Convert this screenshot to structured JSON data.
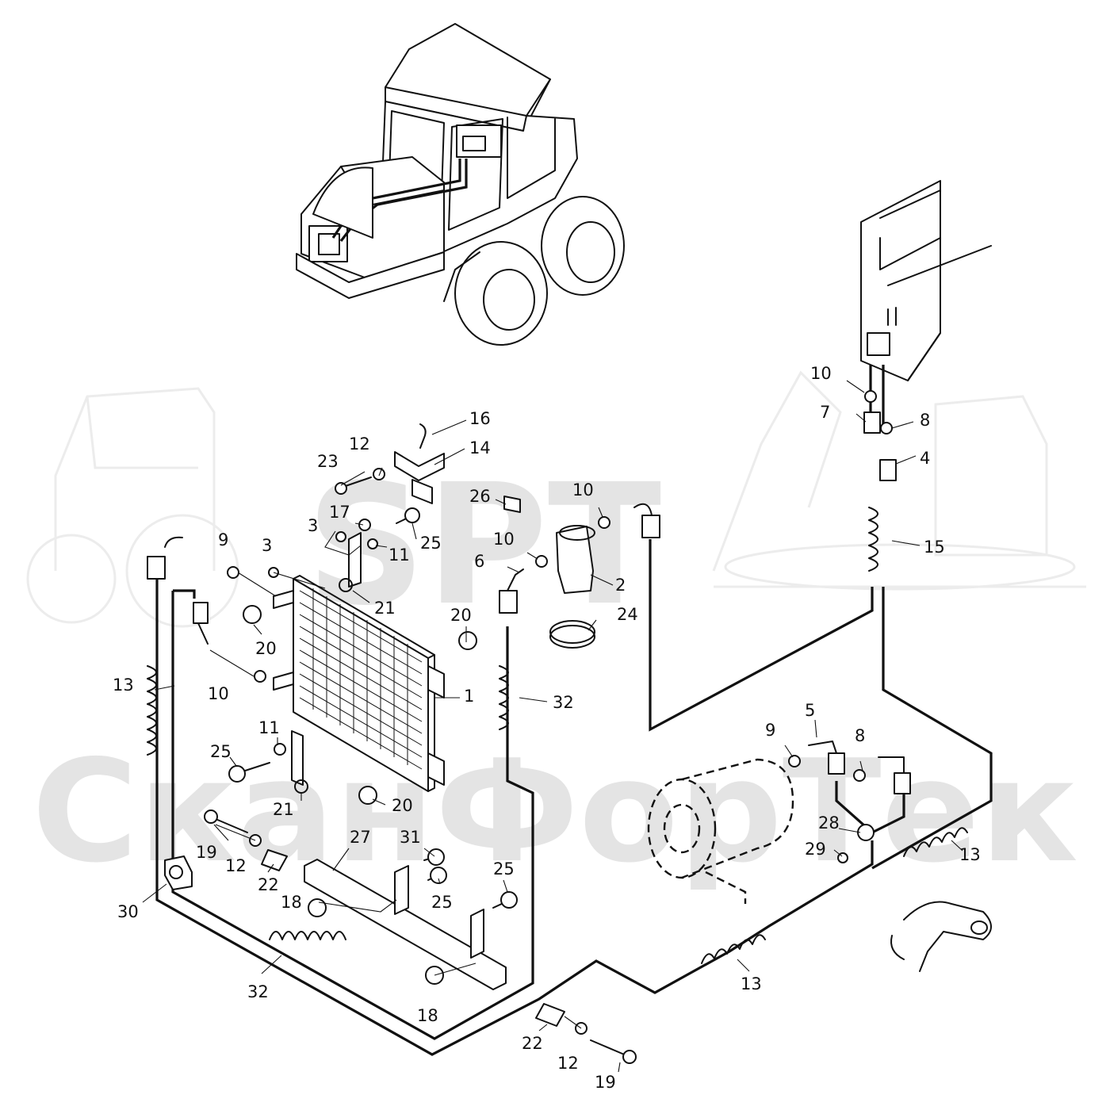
{
  "watermark": {
    "brand": "SPT",
    "company": "СканФорТек"
  },
  "callouts": [
    {
      "id": "c1",
      "text": "1"
    },
    {
      "id": "c2",
      "text": "2"
    },
    {
      "id": "c3a",
      "text": "3"
    },
    {
      "id": "c3b",
      "text": "3"
    },
    {
      "id": "c4",
      "text": "4"
    },
    {
      "id": "c5",
      "text": "5"
    },
    {
      "id": "c6",
      "text": "6"
    },
    {
      "id": "c7",
      "text": "7"
    },
    {
      "id": "c8a",
      "text": "8"
    },
    {
      "id": "c8b",
      "text": "8"
    },
    {
      "id": "c9a",
      "text": "9"
    },
    {
      "id": "c9b",
      "text": "9"
    },
    {
      "id": "c10a",
      "text": "10"
    },
    {
      "id": "c10b",
      "text": "10"
    },
    {
      "id": "c10c",
      "text": "10"
    },
    {
      "id": "c10d",
      "text": "10"
    },
    {
      "id": "c11a",
      "text": "11"
    },
    {
      "id": "c11b",
      "text": "11"
    },
    {
      "id": "c12a",
      "text": "12"
    },
    {
      "id": "c12b",
      "text": "12"
    },
    {
      "id": "c12c",
      "text": "12"
    },
    {
      "id": "c13a",
      "text": "13"
    },
    {
      "id": "c13b",
      "text": "13"
    },
    {
      "id": "c13c",
      "text": "13"
    },
    {
      "id": "c14",
      "text": "14"
    },
    {
      "id": "c15",
      "text": "15"
    },
    {
      "id": "c16",
      "text": "16"
    },
    {
      "id": "c17",
      "text": "17"
    },
    {
      "id": "c18a",
      "text": "18"
    },
    {
      "id": "c18b",
      "text": "18"
    },
    {
      "id": "c19a",
      "text": "19"
    },
    {
      "id": "c19b",
      "text": "19"
    },
    {
      "id": "c20a",
      "text": "20"
    },
    {
      "id": "c20b",
      "text": "20"
    },
    {
      "id": "c20c",
      "text": "20"
    },
    {
      "id": "c21a",
      "text": "21"
    },
    {
      "id": "c21b",
      "text": "21"
    },
    {
      "id": "c22a",
      "text": "22"
    },
    {
      "id": "c22b",
      "text": "22"
    },
    {
      "id": "c23",
      "text": "23"
    },
    {
      "id": "c24",
      "text": "24"
    },
    {
      "id": "c25a",
      "text": "25"
    },
    {
      "id": "c25b",
      "text": "25"
    },
    {
      "id": "c25c",
      "text": "25"
    },
    {
      "id": "c25d",
      "text": "25"
    },
    {
      "id": "c26",
      "text": "26"
    },
    {
      "id": "c27",
      "text": "27"
    },
    {
      "id": "c28",
      "text": "28"
    },
    {
      "id": "c29",
      "text": "29"
    },
    {
      "id": "c30",
      "text": "30"
    },
    {
      "id": "c31",
      "text": "31"
    },
    {
      "id": "c32a",
      "text": "32"
    },
    {
      "id": "c32b",
      "text": "32"
    }
  ]
}
